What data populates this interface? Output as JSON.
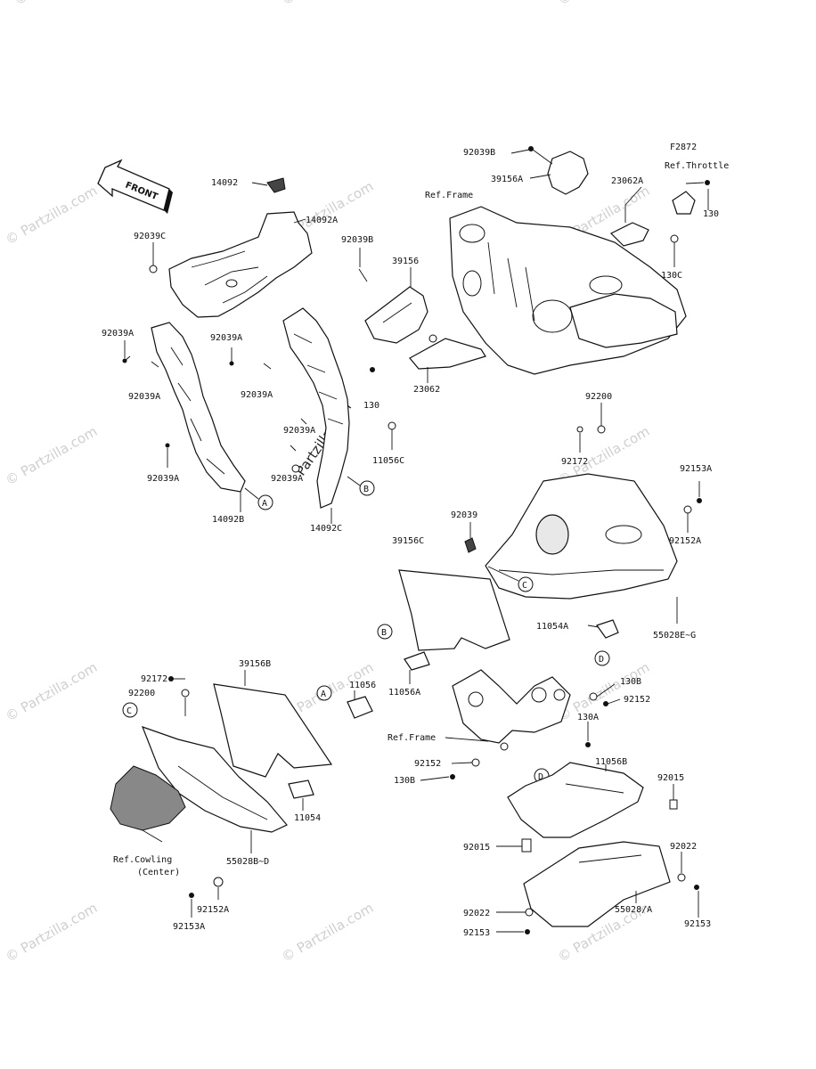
{
  "front_arrow": "FRONT",
  "figure_code": "F2872",
  "watermarks": {
    "site": "© Partzilla.com",
    "center": "Partzilla.com"
  },
  "labels": {
    "p14092": "14092",
    "p14092A": "14092A",
    "p92039C": "92039C",
    "p92039B_mid": "92039B",
    "p92039A_left": "92039A",
    "p92039A_2": "92039A",
    "p92039A_3": "92039A",
    "p92039A_4": "92039A",
    "p92039A_5": "92039A",
    "p92039A_6": "92039A",
    "p92039A_7": "92039A",
    "p14092B": "14092B",
    "p14092C": "14092C",
    "p39156": "39156",
    "p130_mid": "130",
    "p23062": "23062",
    "p11056C": "11056C",
    "p92039B_top": "92039B",
    "p39156A": "39156A",
    "p23062A": "23062A",
    "ref_frame_top": "Ref.Frame",
    "ref_throttle": "Ref.Throttle",
    "p130_top": "130",
    "p130C": "130C",
    "p92200_top": "92200",
    "p92172_top": "92172",
    "p92153A_right": "92153A",
    "p92152A_right": "92152A",
    "p92039": "92039",
    "p39156C": "39156C",
    "p11054A": "11054A",
    "p55028EG": "55028E~G",
    "p11056A": "11056A",
    "p92172_left": "92172",
    "p92200_left": "92200",
    "p39156B": "39156B",
    "p11056": "11056",
    "p11054": "11054",
    "p55028BD": "55028B~D",
    "ref_cowling": "Ref.Cowling",
    "ref_cowling_2": "(Center)",
    "p92152A_bottom": "92152A",
    "p92153A_bottom": "92153A",
    "p130B_right": "130B",
    "p92152_right": "92152",
    "p130A": "130A",
    "ref_frame_mid": "Ref.Frame",
    "p92152_left": "92152",
    "p130B_left": "130B",
    "p11056B": "11056B",
    "p92015_right": "92015",
    "p92015_left": "92015",
    "p92022_right": "92022",
    "p55028A": "55028/A",
    "p92022_left": "92022",
    "p92153_left": "92153",
    "p92153_right": "92153"
  },
  "callouts": {
    "A": "A",
    "B": "B",
    "C": "C",
    "D": "D"
  }
}
